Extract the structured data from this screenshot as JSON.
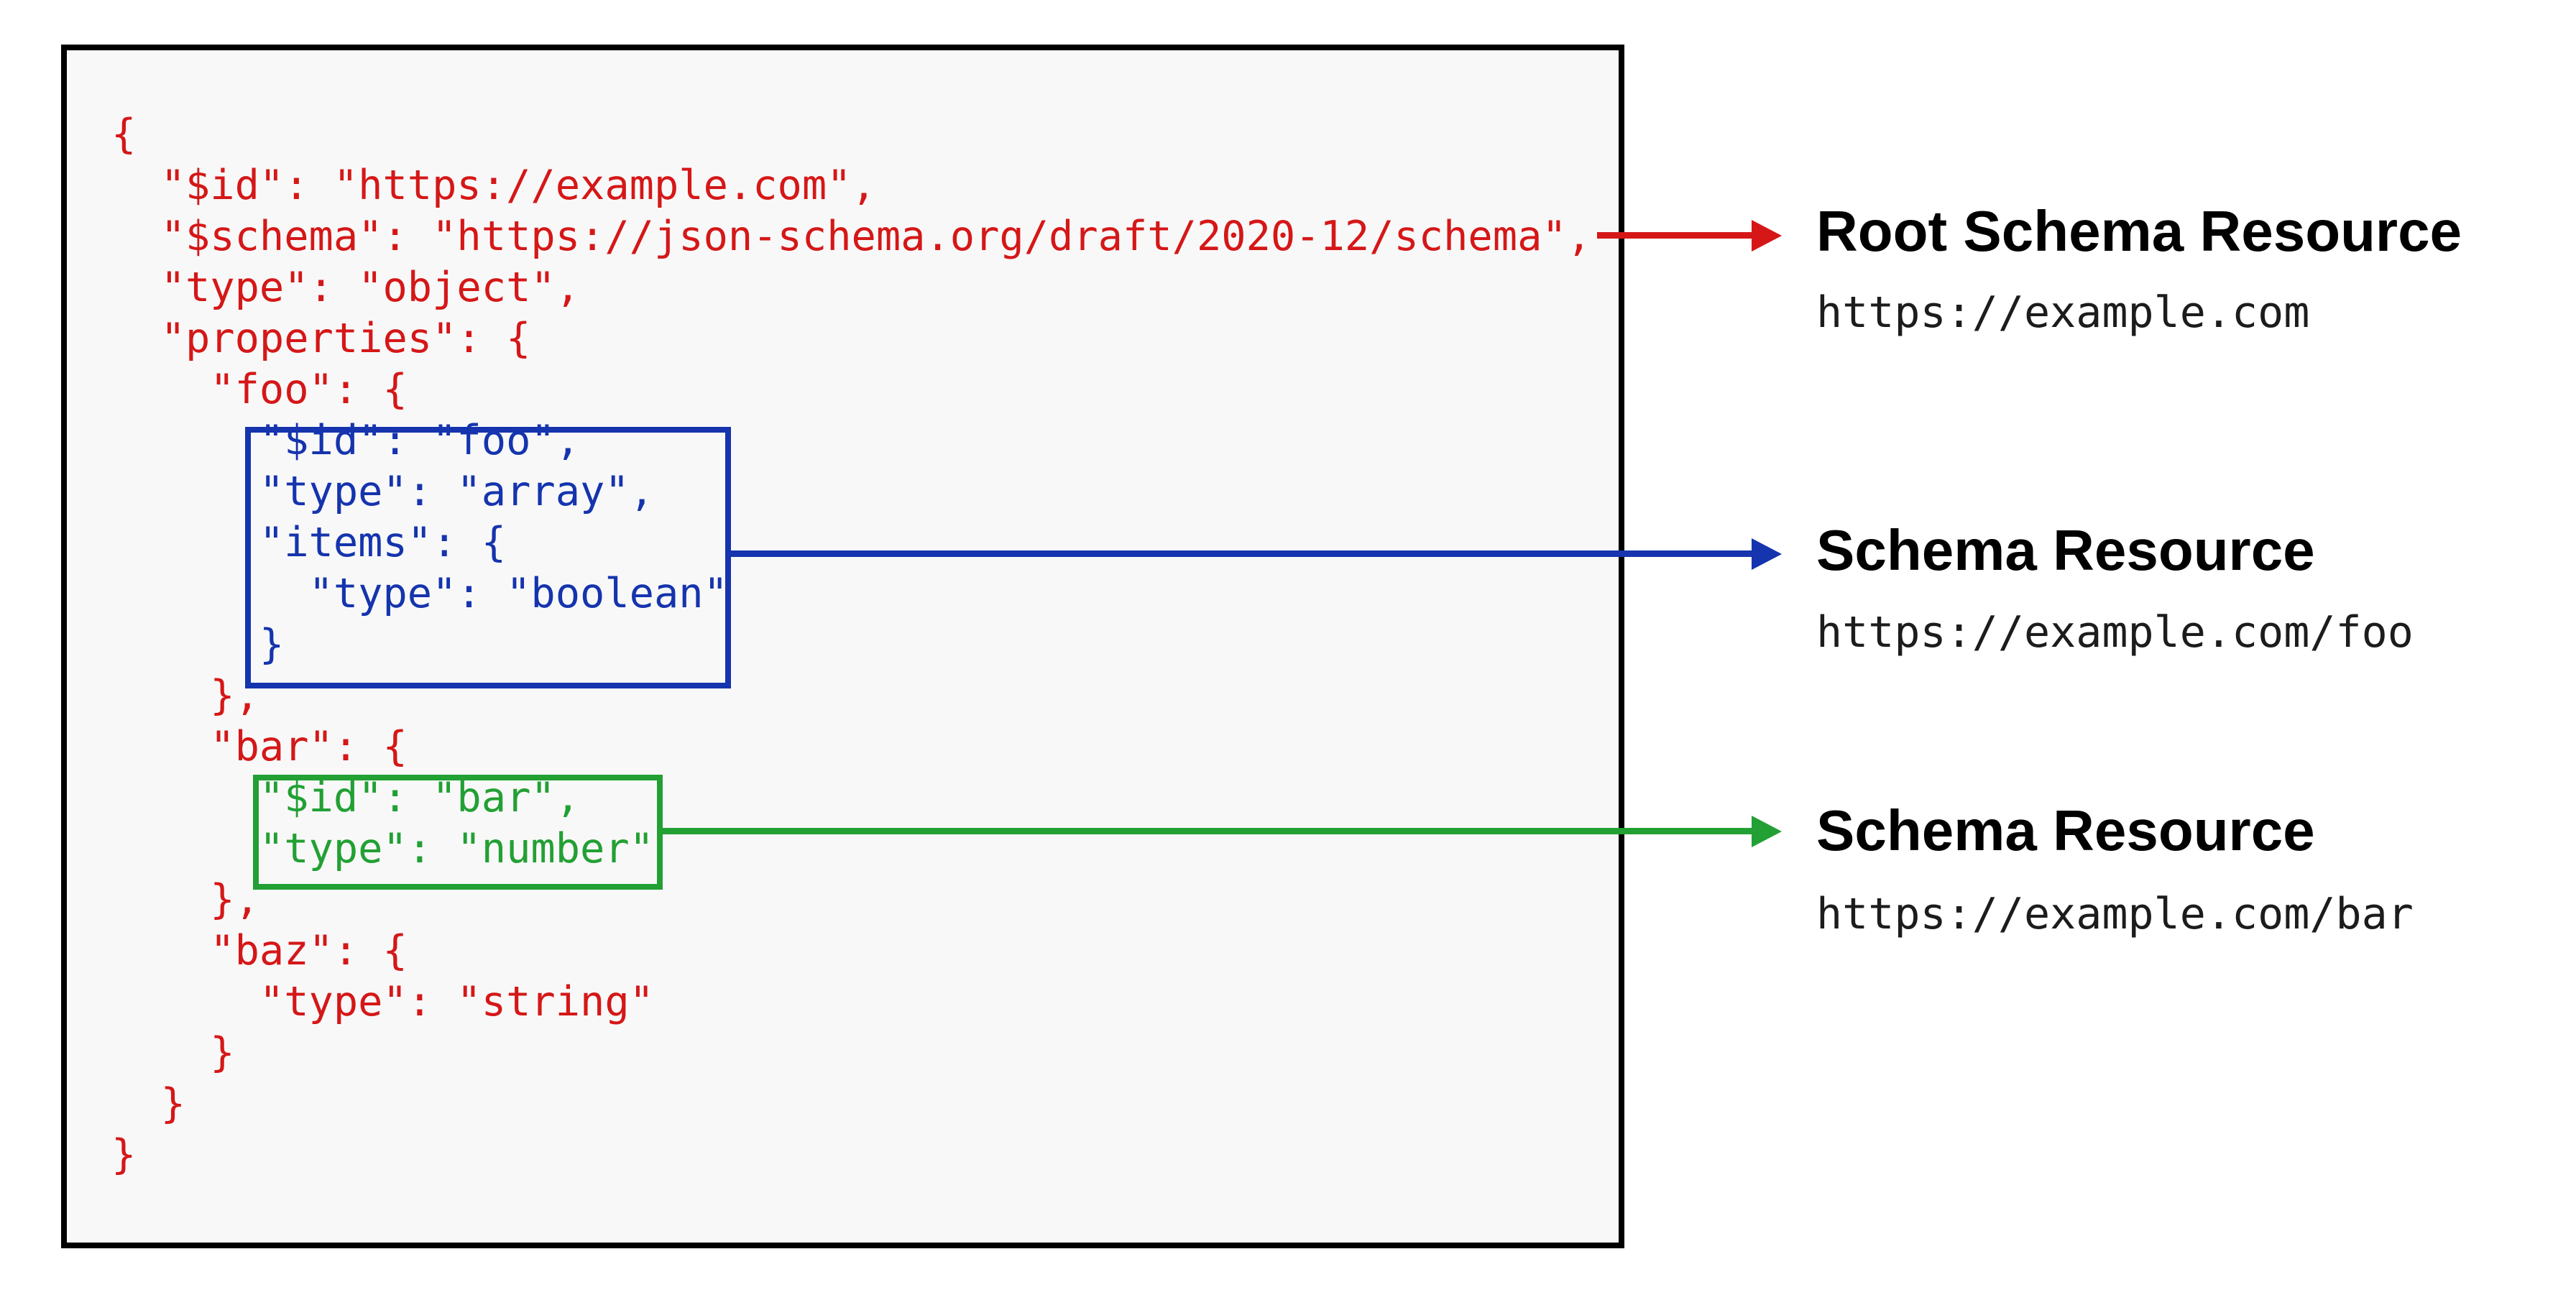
{
  "colors": {
    "red": "#d51717",
    "blue": "#1534ad",
    "green": "#22a033",
    "title_text": "#000000",
    "url_text": "#1c1c1c",
    "panel_bg": "#f8f8f9",
    "panel_border": "#000000",
    "page_bg": "#ffffff"
  },
  "code": {
    "lines": [
      {
        "text": "{",
        "color": "red"
      },
      {
        "text": "  \"$id\": \"https://example.com\",",
        "color": "red"
      },
      {
        "text": "  \"$schema\": \"https://json-schema.org/draft/2020-12/schema\",",
        "color": "red"
      },
      {
        "text": "  \"type\": \"object\",",
        "color": "red"
      },
      {
        "text": "  \"properties\": {",
        "color": "red"
      },
      {
        "text": "    \"foo\": {",
        "color": "red"
      },
      {
        "text": "      \"$id\": \"foo\",",
        "color": "blue"
      },
      {
        "text": "      \"type\": \"array\",",
        "color": "blue"
      },
      {
        "text": "      \"items\": {",
        "color": "blue"
      },
      {
        "text": "        \"type\": \"boolean\"",
        "color": "blue"
      },
      {
        "text": "      }",
        "color": "blue"
      },
      {
        "text": "    },",
        "color": "red"
      },
      {
        "text": "    \"bar\": {",
        "color": "red"
      },
      {
        "text": "      \"$id\": \"bar\",",
        "color": "green"
      },
      {
        "text": "      \"type\": \"number\"",
        "color": "green"
      },
      {
        "text": "    },",
        "color": "red"
      },
      {
        "text": "    \"baz\": {",
        "color": "red"
      },
      {
        "text": "      \"type\": \"string\"",
        "color": "red"
      },
      {
        "text": "    }",
        "color": "red"
      },
      {
        "text": "  }",
        "color": "red"
      },
      {
        "text": "}",
        "color": "red"
      }
    ]
  },
  "annotations": [
    {
      "id": "root",
      "title": "Root Schema Resource",
      "url": "https://example.com",
      "color": "red"
    },
    {
      "id": "foo",
      "title": "Schema Resource",
      "url": "https://example.com/foo",
      "color": "blue"
    },
    {
      "id": "bar",
      "title": "Schema Resource",
      "url": "https://example.com/bar",
      "color": "green"
    }
  ]
}
